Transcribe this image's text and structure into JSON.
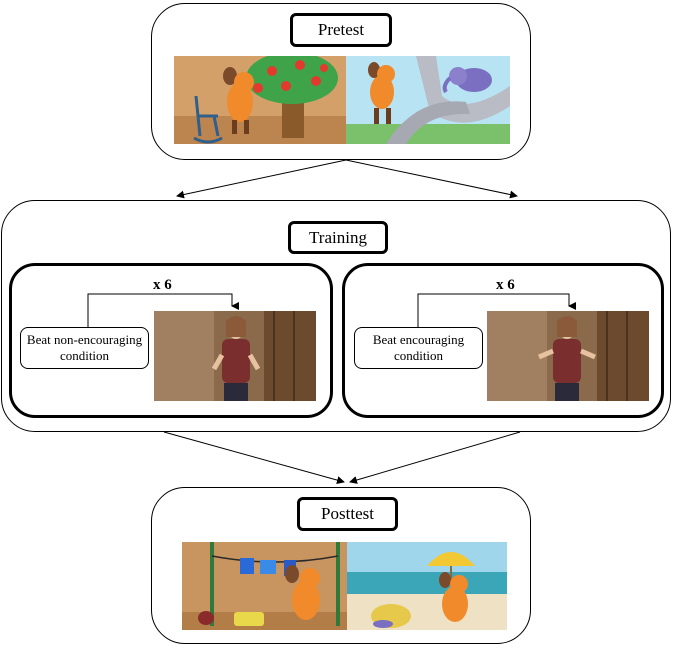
{
  "pretest": {
    "label": "Pretest"
  },
  "training": {
    "label": "Training",
    "left": {
      "repeat": "x 6",
      "condition": "Beat non-encouraging condition"
    },
    "right": {
      "repeat": "x 6",
      "condition": "Beat encouraging condition"
    }
  },
  "posttest": {
    "label": "Posttest"
  }
}
